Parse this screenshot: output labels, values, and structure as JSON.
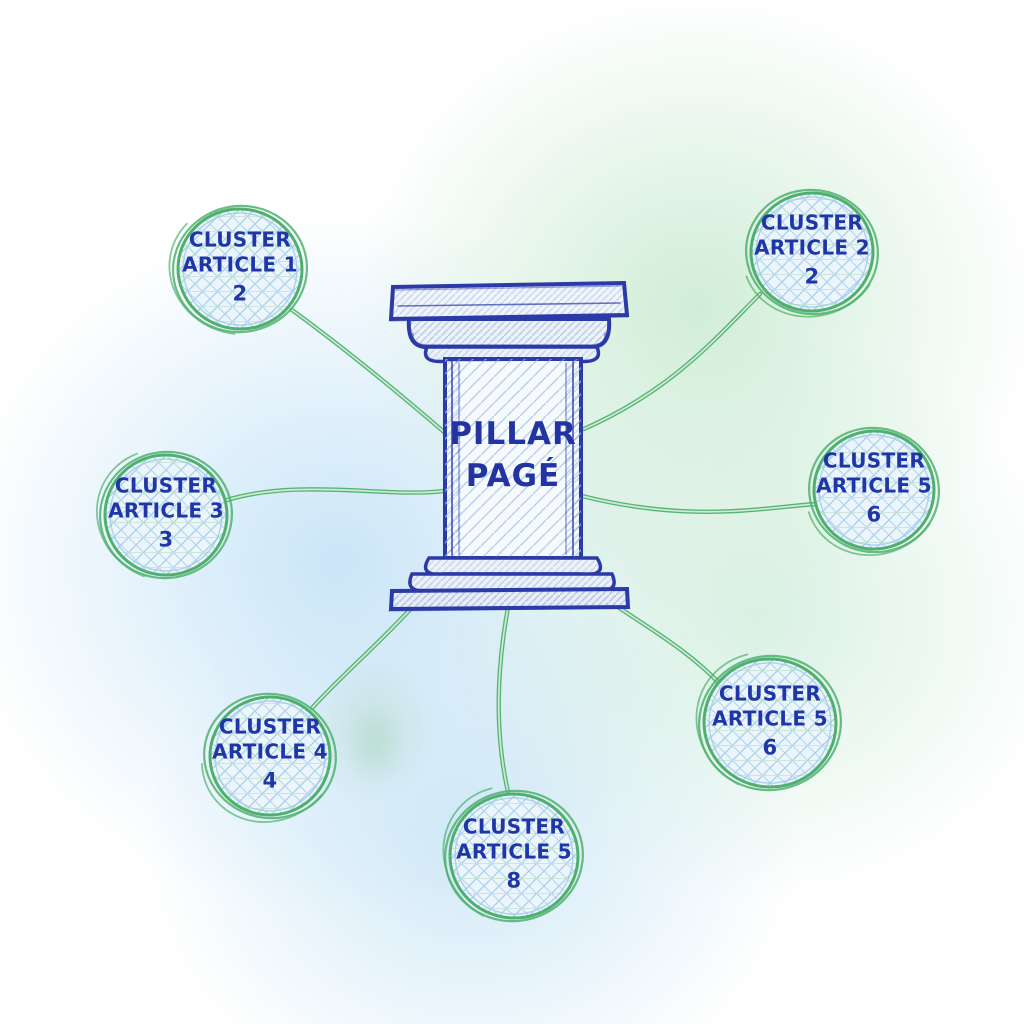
{
  "diagram": {
    "title": "Pillar page with linked cluster articles (hand-drawn sketch)",
    "pillar": {
      "line1": "PILLAR",
      "line2": "PAGÉ"
    },
    "clusters": [
      {
        "line1": "CLUSTER",
        "line2": "ARTICLE 1",
        "number": "2"
      },
      {
        "line1": "CLUSTER",
        "line2": "ARTICLE 2",
        "number": "2"
      },
      {
        "line1": "CLUSTER",
        "line2": "ARTICLE 3",
        "number": "3"
      },
      {
        "line1": "CLUSTER",
        "line2": "ARTICLE 5",
        "number": "6"
      },
      {
        "line1": "CLUSTER",
        "line2": "ARTICLE 5",
        "number": "6"
      },
      {
        "line1": "CLUSTER",
        "line2": "ARTICLE 4",
        "number": "4"
      },
      {
        "line1": "CLUSTER",
        "line2": "ARTICLE 5",
        "number": "8"
      }
    ],
    "colors": {
      "ink_blue": "#2b3aa6",
      "text_blue": "#1e36a8",
      "sketch_green": "#4fb06e",
      "connector_green": "#57b574",
      "wash_blue": "#c7e4f7",
      "wash_green": "#ceecd5",
      "circle_fill": "#ecf5fb",
      "hatch_blue": "#a9cfe9"
    }
  }
}
